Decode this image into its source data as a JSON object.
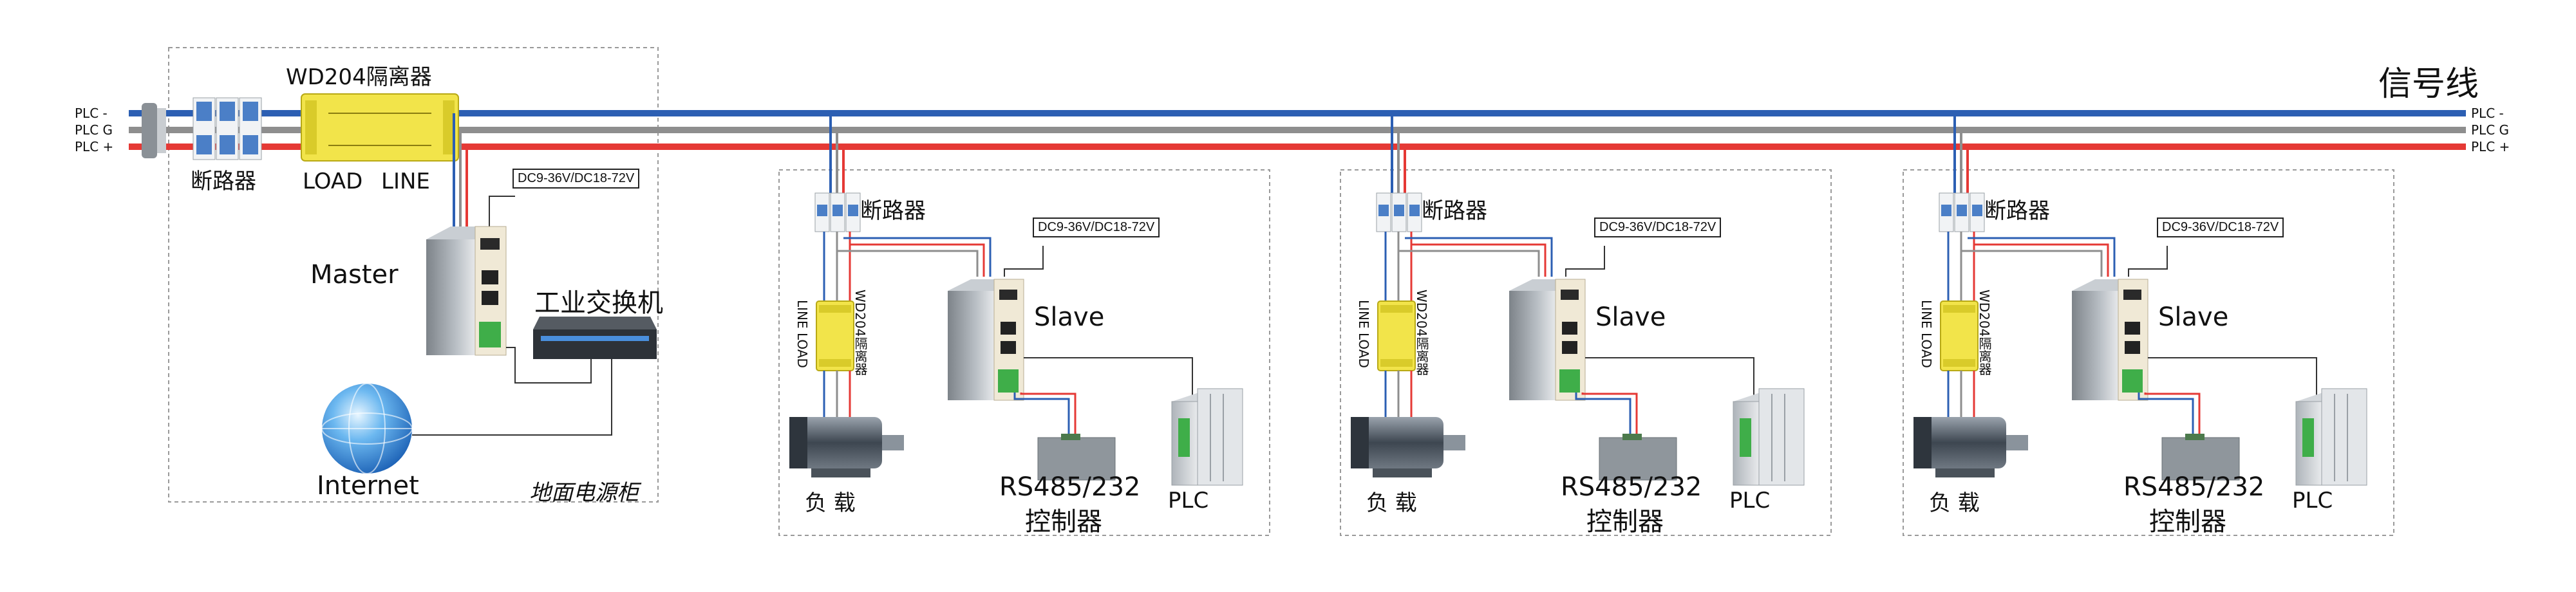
{
  "title": "信号线",
  "lines": [
    {
      "label": "PLC -",
      "color": "#2c5fb3"
    },
    {
      "label": "PLC G",
      "color": "#8e8e8e"
    },
    {
      "label": "PLC +",
      "color": "#e53935"
    }
  ],
  "ground_cabinet": {
    "isolator_title": "WD204隔离器",
    "breaker_label": "断路器",
    "load_label": "LOAD",
    "line_label": "LINE",
    "power_label": "DC9-36V/DC18-72V",
    "master_label": "Master",
    "switch_label": "工业交换机",
    "internet_label": "Internet",
    "cabinet_label": "地面电源柜"
  },
  "stations": [
    {
      "breaker_label": "断路器",
      "power_label": "DC9-36V/DC18-72V",
      "slave_label": "Slave",
      "isolator_label": "WD204隔离器",
      "line_load_label": "LINE LOAD",
      "load_label": "负 载",
      "controller_line1": "RS485/232",
      "controller_line2": "控制器",
      "plc_label": "PLC"
    },
    {
      "breaker_label": "断路器",
      "power_label": "DC9-36V/DC18-72V",
      "slave_label": "Slave",
      "isolator_label": "WD204隔离器",
      "line_load_label": "LINE LOAD",
      "load_label": "负 载",
      "controller_line1": "RS485/232",
      "controller_line2": "控制器",
      "plc_label": "PLC"
    },
    {
      "breaker_label": "断路器",
      "power_label": "DC9-36V/DC18-72V",
      "slave_label": "Slave",
      "isolator_label": "WD204隔离器",
      "line_load_label": "LINE LOAD",
      "load_label": "负 载",
      "controller_line1": "RS485/232",
      "controller_line2": "控制器",
      "plc_label": "PLC"
    }
  ]
}
